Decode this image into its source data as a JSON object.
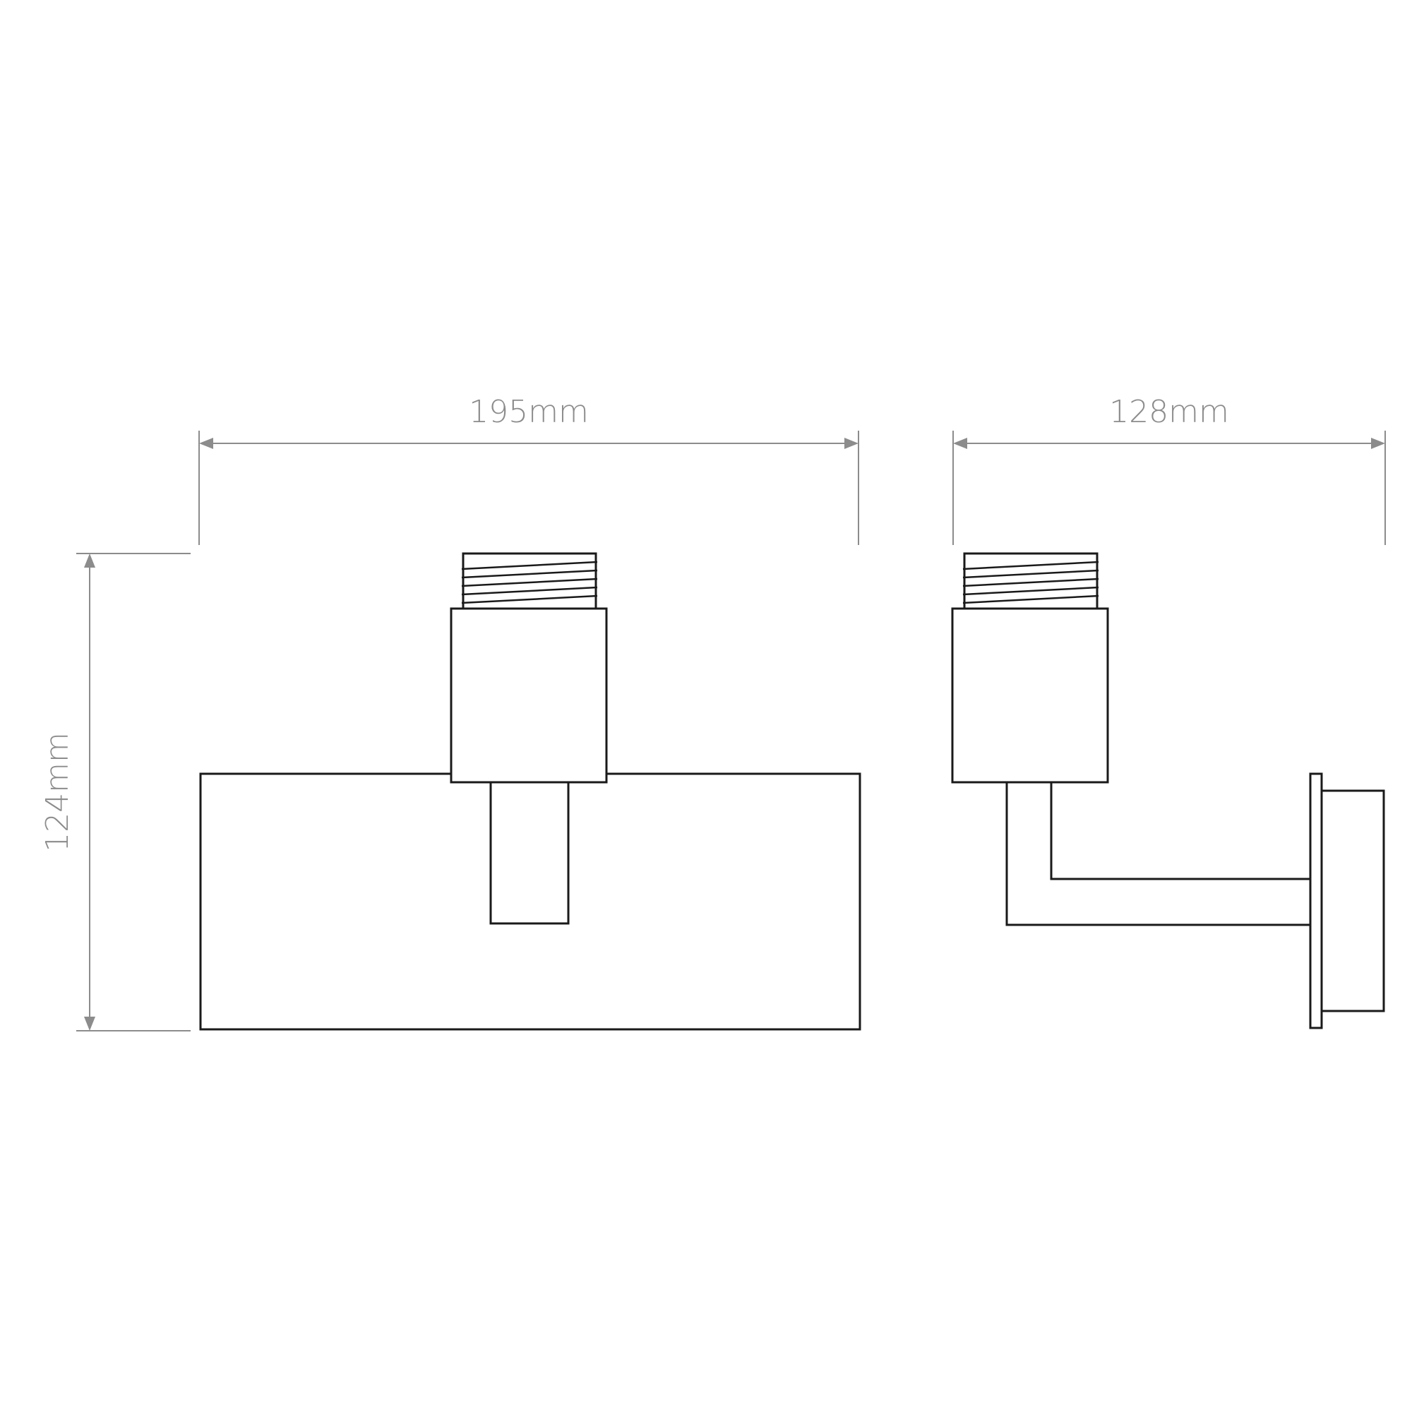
{
  "dimensions": {
    "front_width": "195mm",
    "side_depth": "128mm",
    "height": "124mm"
  },
  "colors": {
    "dimension_lines": "#8c8c8c",
    "outline": "#1a1a1a",
    "background": "#ffffff"
  }
}
